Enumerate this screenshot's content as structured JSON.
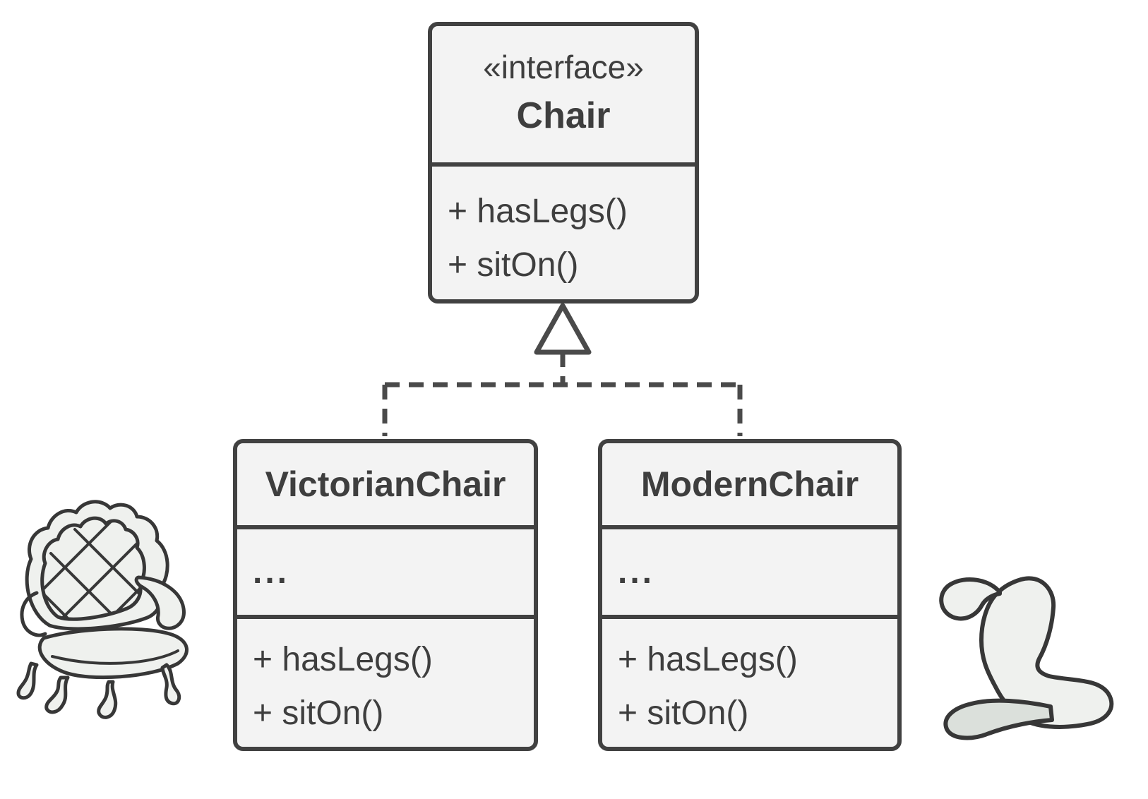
{
  "diagram": {
    "kind": "uml-class-diagram",
    "interface_box": {
      "stereotype": "«interface»",
      "name": "Chair",
      "methods": [
        "+ hasLegs()",
        "+ sitOn()"
      ]
    },
    "classes": [
      {
        "name": "VictorianChair",
        "attributes_placeholder": "...",
        "methods": [
          "+ hasLegs()",
          "+ sitOn()"
        ]
      },
      {
        "name": "ModernChair",
        "attributes_placeholder": "...",
        "methods": [
          "+ hasLegs()",
          "+ sitOn()"
        ]
      }
    ],
    "relationship": {
      "type": "realization",
      "style": "dashed-hollow-triangle"
    },
    "illustrations": [
      {
        "name": "victorian-armchair-illustration",
        "description": "ornate tufted Victorian armchair line drawing"
      },
      {
        "name": "modern-chair-illustration",
        "description": "sculptural curved ribbon modern chair line drawing"
      }
    ],
    "colors": {
      "background": "#ffffff",
      "box_fill": "#f3f3f3",
      "box_border": "#414141",
      "text": "#3e3e3e",
      "connector": "#4a4a4a",
      "illustration_stroke": "#373737",
      "illustration_fill": "#eff1ee",
      "illustration_shade": "#dbe0db"
    }
  }
}
